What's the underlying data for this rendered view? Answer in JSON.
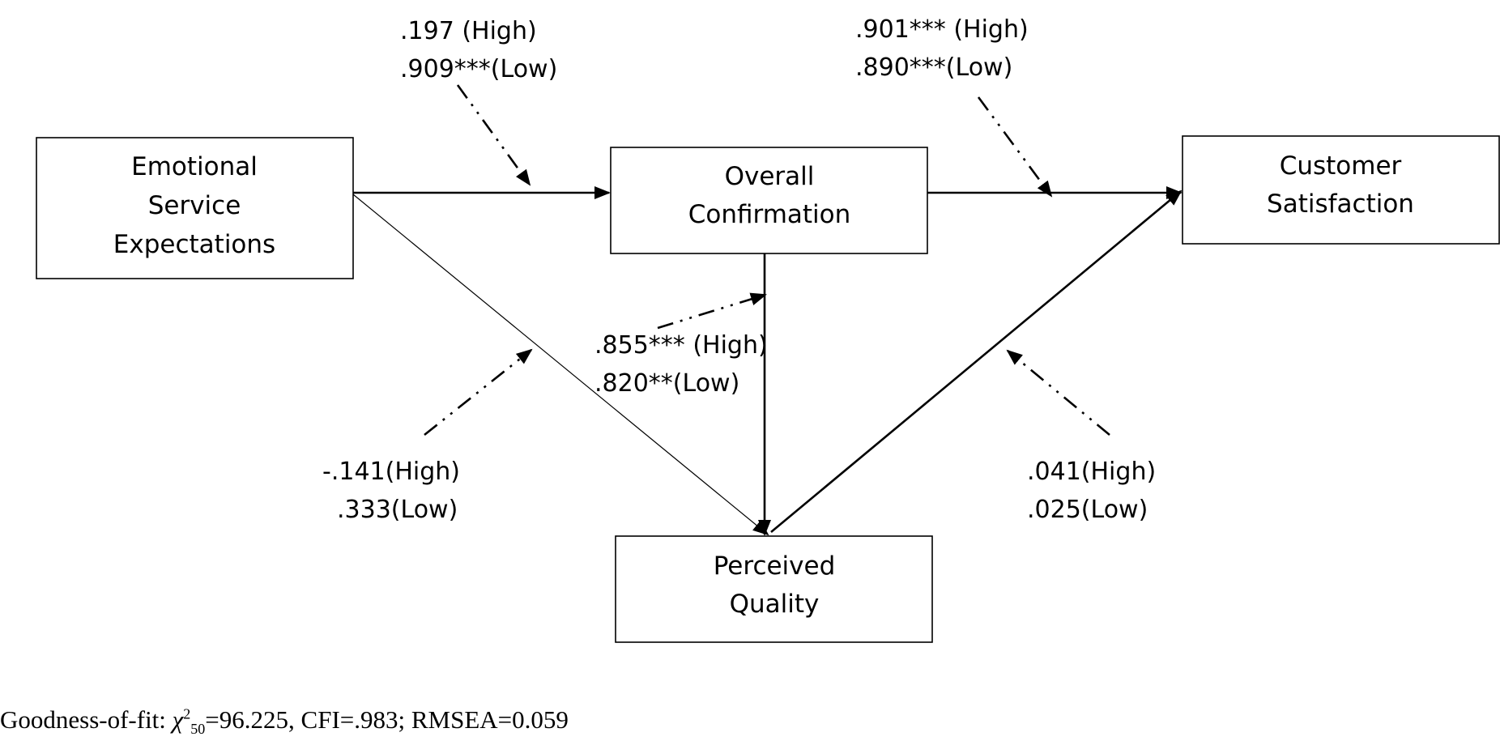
{
  "nodes": {
    "emotional": {
      "lines": [
        "Emotional",
        "Service",
        "Expectations"
      ]
    },
    "confirmation": {
      "lines": [
        "Overall",
        "Confirmation"
      ]
    },
    "satisfaction": {
      "lines": [
        "Customer",
        "Satisfaction"
      ]
    },
    "quality": {
      "lines": [
        "Perceived",
        "Quality"
      ]
    }
  },
  "coefficients": {
    "emotional_to_confirmation": {
      "high": ".197 (High)",
      "low": ".909***(Low)"
    },
    "confirmation_to_satisfaction": {
      "high": ".901*** (High)",
      "low": ".890***(Low)"
    },
    "confirmation_to_quality": {
      "high": ".855*** (High)",
      "low": ".820**(Low)"
    },
    "emotional_to_quality": {
      "high": "-.141(High)",
      "low": ".333(Low)"
    },
    "quality_to_satisfaction": {
      "high": ".041(High)",
      "low": ".025(Low)"
    }
  },
  "goodness_of_fit": {
    "prefix": "Goodness-of-fit: ",
    "chi_symbol": "χ",
    "chi_sup": "2",
    "chi_sub": "50",
    "rest": "=96.225, CFI=.983; RMSEA=0.059"
  }
}
